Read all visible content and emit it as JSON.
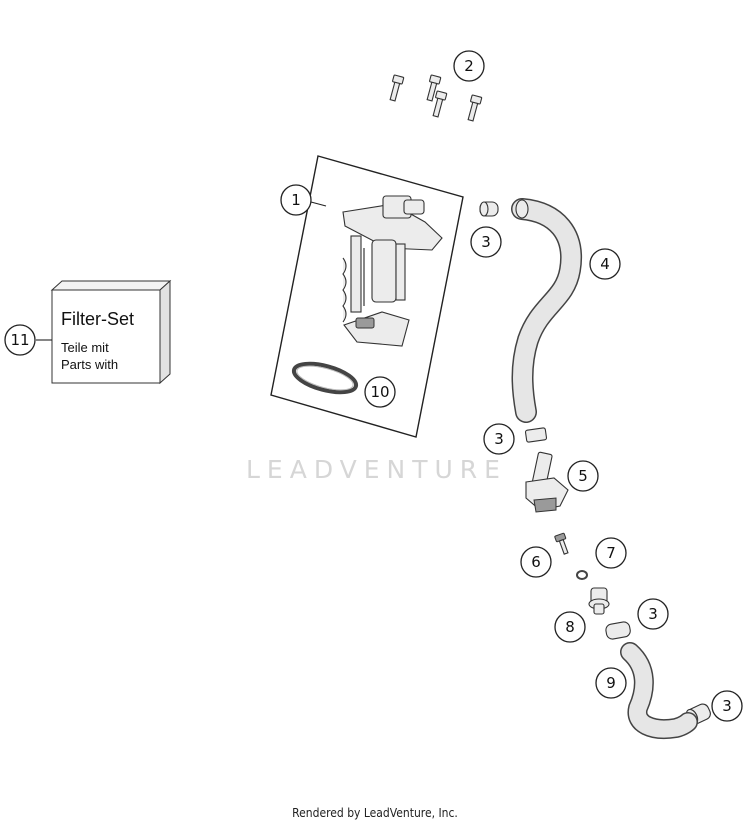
{
  "callouts": [
    {
      "id": "c1",
      "label": "1"
    },
    {
      "id": "c2",
      "label": "2"
    },
    {
      "id": "c3a",
      "label": "3"
    },
    {
      "id": "c4",
      "label": "4"
    },
    {
      "id": "c3b",
      "label": "3"
    },
    {
      "id": "c5",
      "label": "5"
    },
    {
      "id": "c6",
      "label": "6"
    },
    {
      "id": "c7",
      "label": "7"
    },
    {
      "id": "c3c",
      "label": "3"
    },
    {
      "id": "c8",
      "label": "8"
    },
    {
      "id": "c9",
      "label": "9"
    },
    {
      "id": "c3d",
      "label": "3"
    },
    {
      "id": "c10",
      "label": "10"
    },
    {
      "id": "c11",
      "label": "11"
    }
  ],
  "filter_box": {
    "title": "Filter-Set",
    "line1": "Teile mit",
    "line2": "Parts with"
  },
  "watermark": "LEADVENTURE",
  "footer": "Rendered by LeadVenture, Inc."
}
